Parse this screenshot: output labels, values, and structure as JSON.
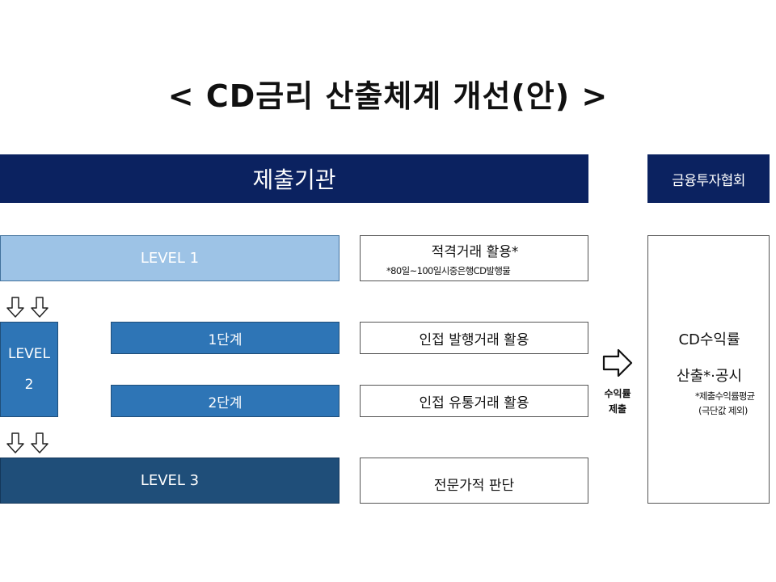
{
  "title": "< CD금리 산출체계 개선(안) >",
  "header": {
    "submitter": "제출기관",
    "association": "금융투자협회"
  },
  "levels": {
    "level1": "LEVEL 1",
    "level2_line1": "LEVEL",
    "level2_line2": "2",
    "stage1": "1단계",
    "stage2": "2단계",
    "level3": "LEVEL 3"
  },
  "descriptions": {
    "level1_main": "적격거래 활용",
    "level1_star": "*",
    "level1_note": "*80일~100일시중은행CD발행물",
    "stage1": "인접 발행거래 활용",
    "stage2": "인접 유통거래 활용",
    "level3": "전문가적 판단"
  },
  "submit_label": {
    "line1": "수익률",
    "line2": "제출"
  },
  "kofia": {
    "line1": "CD수익률",
    "line2": "산출*·공시",
    "note1": "*제출수익률평균",
    "note2": "(극단값 제외)"
  },
  "colors": {
    "navy": "#0b2260",
    "level1": "#9dc3e6",
    "level2": "#2e75b6",
    "level3": "#1f4e79"
  }
}
